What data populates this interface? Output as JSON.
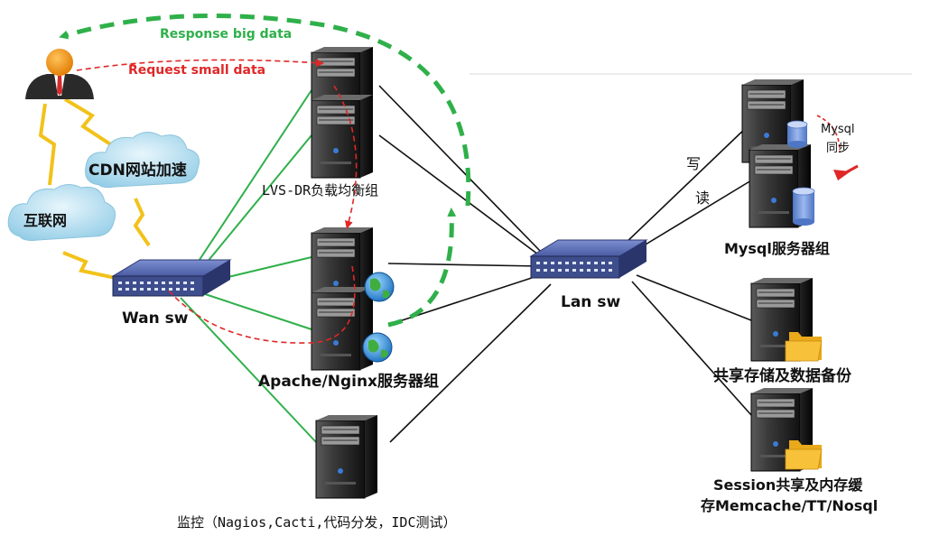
{
  "flows": {
    "response": "Response  big data",
    "request": "Request  small data"
  },
  "labels": {
    "cdn": "CDN网站加速",
    "internet": "互联网",
    "wan_switch": "Wan sw",
    "lan_switch": "Lan sw",
    "lvs_group": "LVS-DR负载均衡组",
    "web_group": "Apache/Nginx服务器组",
    "monitor": "监控（Nagios,Cacti,代码分发，IDC测试）",
    "mysql_group": "Mysql服务器组",
    "mysql_sync_line1": "Mysql",
    "mysql_sync_line2": "同步",
    "write": "写",
    "read": "读",
    "shared_storage": "共享存储及数据备份",
    "session_line1": "Session共享及内存缓",
    "session_line2": "存Memcache/TT/Nosql"
  },
  "colors": {
    "response_arrow": "#2fb04a",
    "request_arrow": "#e02727",
    "link_green": "#2fb04a",
    "link_black": "#111111",
    "switch_blue": "#3e4d8c",
    "server_dark": "#2b2b2b",
    "lightning": "#f2c21b",
    "cloud": "#bfe3f2",
    "folder": "#f7c23a",
    "database": "#6f93d6"
  },
  "icons": {
    "user": "user-icon",
    "cloud": "cloud-icon",
    "switch": "network-switch-icon",
    "server": "server-tower-icon",
    "globe": "globe-icon",
    "database": "database-icon",
    "folder": "folder-icon",
    "lightning": "lightning-bolt-icon"
  }
}
